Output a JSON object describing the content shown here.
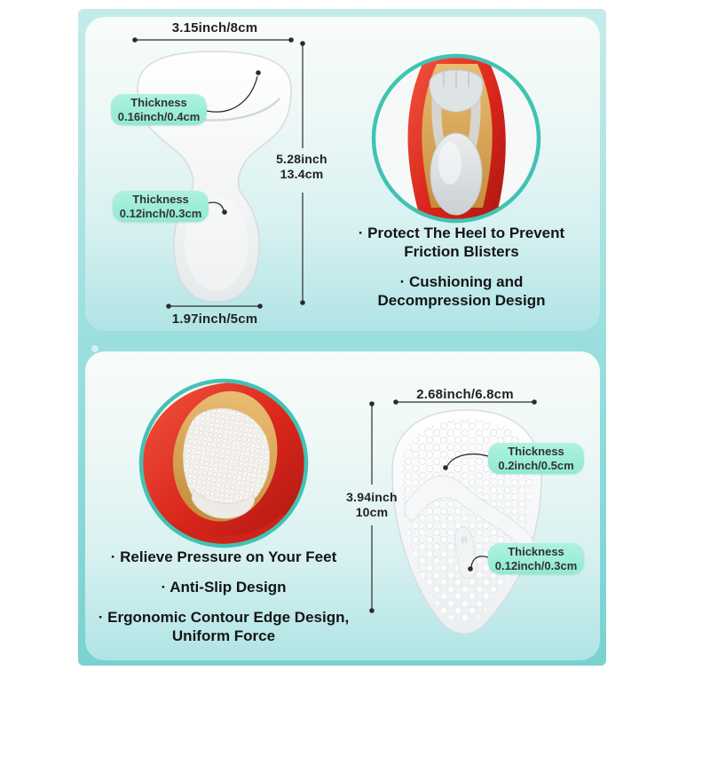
{
  "panel1": {
    "width_label": "3.15inch/8cm",
    "height_label": [
      "5.28inch",
      "13.4cm"
    ],
    "bottom_label": "1.97inch/5cm",
    "thickness1": {
      "title": "Thickness",
      "value": "0.16inch/0.4cm"
    },
    "thickness2": {
      "title": "Thickness",
      "value": "0.12inch/0.3cm"
    },
    "bullet1": [
      "· Protect The Heel to Prevent",
      "Friction Blisters"
    ],
    "bullet2": [
      "· Cushioning and",
      "Decompression Design"
    ]
  },
  "panel2": {
    "width_label": "2.68inch/6.8cm",
    "height_label": [
      "3.94inch",
      "10cm"
    ],
    "thickness1": {
      "title": "Thickness",
      "value": "0.2inch/0.5cm"
    },
    "thickness2": {
      "title": "Thickness",
      "value": "0.12inch/0.3cm"
    },
    "bullet1": [
      "· Relieve Pressure on Your Feet"
    ],
    "bullet2": [
      "· Anti-Slip Design"
    ],
    "bullet3": [
      "· Ergonomic Contour Edge Design,",
      "Uniform Force"
    ],
    "pad_mark": "R"
  },
  "colors": {
    "accent_teal_ring": "#3fc3b4",
    "pill_bg": "#9fecd9",
    "background_teal": "#8edcda",
    "shoe_red": "#d9261c",
    "insole_tan": "#d29a4c",
    "dimension_line": "#2b2b2b"
  }
}
